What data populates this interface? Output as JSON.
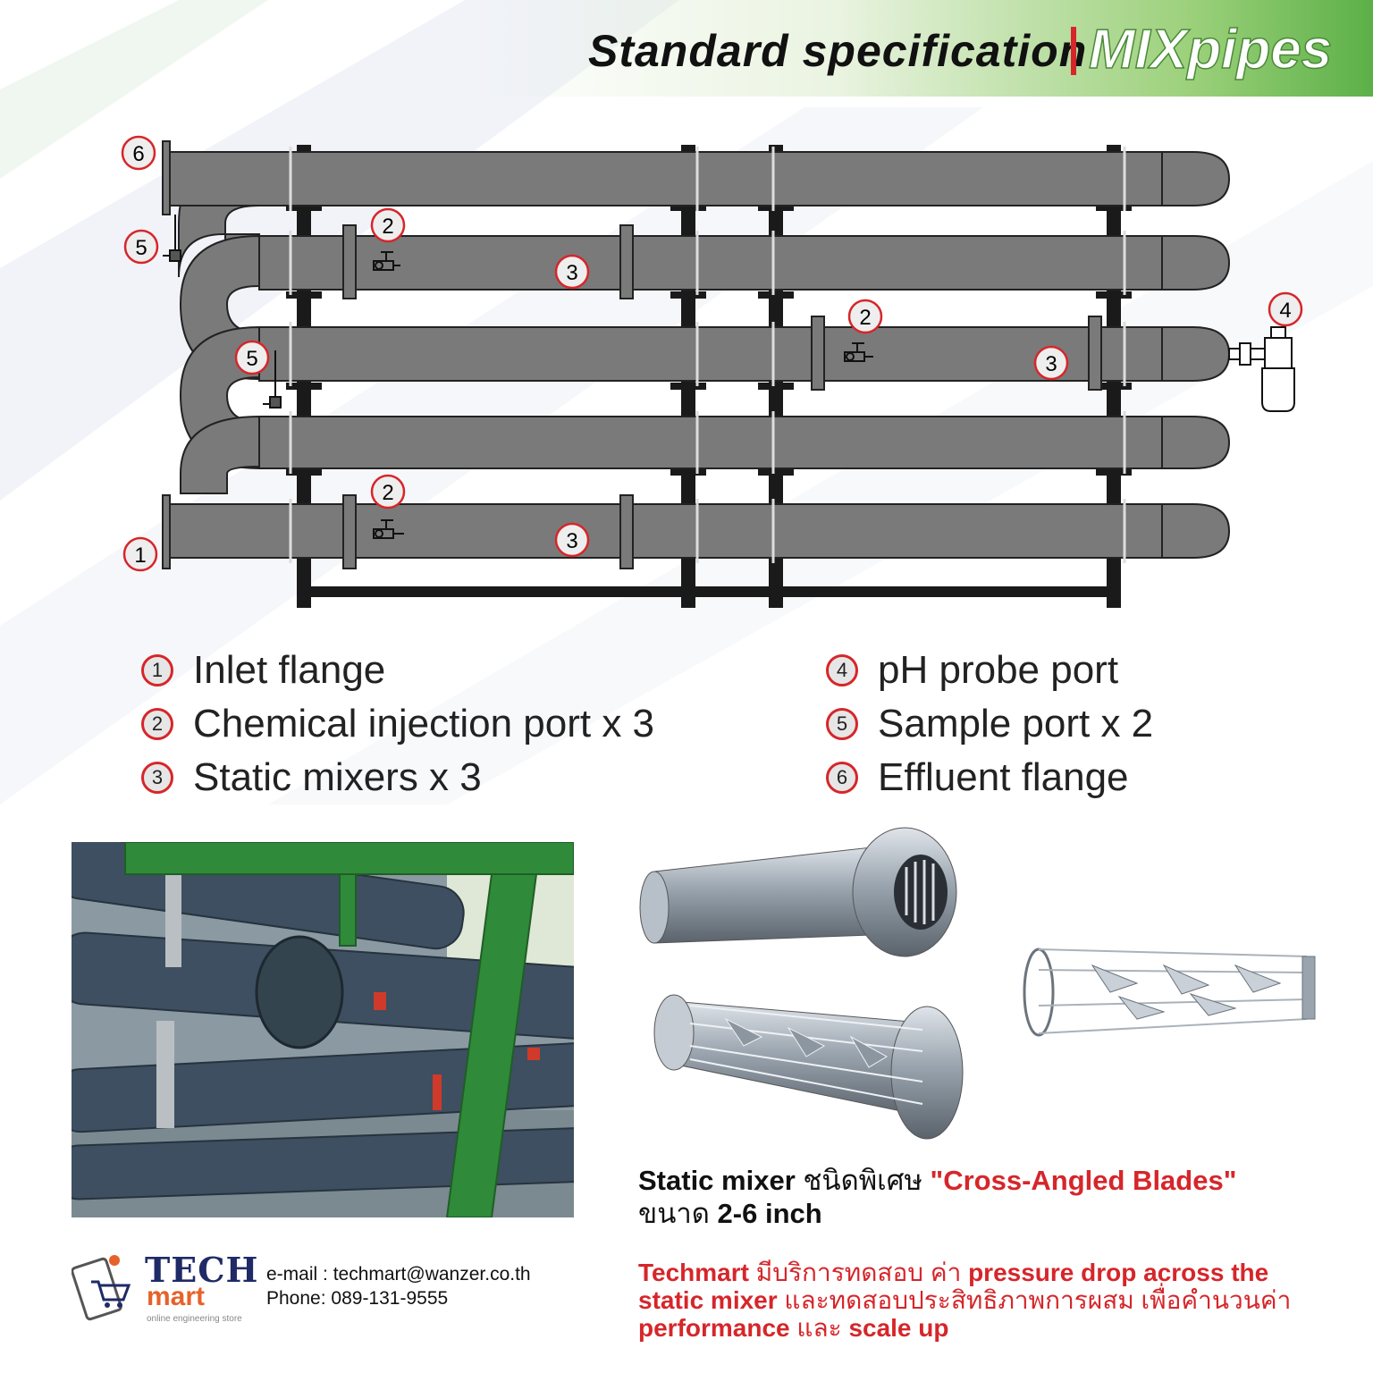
{
  "header": {
    "title": "Standard specification",
    "brand": "MIXpipes"
  },
  "diagram": {
    "callouts": {
      "inlet": "1",
      "injection": "2",
      "mixer": "3",
      "ph": "4",
      "sample": "5",
      "effluent": "6"
    }
  },
  "legend": {
    "left": [
      {
        "num": "1",
        "text": "Inlet flange"
      },
      {
        "num": "2",
        "text": "Chemical injection port x 3"
      },
      {
        "num": "3",
        "text": "Static mixers x 3"
      }
    ],
    "right": [
      {
        "num": "4",
        "text": "pH probe port"
      },
      {
        "num": "5",
        "text": "Sample port x 2"
      },
      {
        "num": "6",
        "text": "Effluent flange"
      }
    ]
  },
  "caption": {
    "mixer_label": "Static mixer",
    "thai_special": " ชนิดพิเศษ ",
    "blade_type": "\"Cross-Angled Blades\"",
    "size_label": "ขนาด ",
    "size_value": "2-6 inch"
  },
  "logo": {
    "tech": "TECH",
    "mart": "mart",
    "sub": "online engineering store"
  },
  "contact": {
    "email_label": "e-mail : ",
    "email": "techmart@wanzer.co.th",
    "phone_label": "Phone: ",
    "phone": "089-131-9555"
  },
  "service": {
    "p1": "Techmart",
    "t1": " มีบริการทดสอบ ค่า ",
    "p2": "pressure drop across the static mixer",
    "t2": " และทดสอบประสิทธิภาพการผสม เพื่อคำนวนค่า ",
    "p3": "performance",
    "t3": " และ ",
    "p4": "scale up"
  },
  "colors": {
    "accent": "#d6262a",
    "brand_green": "#5cb048",
    "pipe": "#7a7a7a",
    "frame": "#1a1a1a"
  }
}
